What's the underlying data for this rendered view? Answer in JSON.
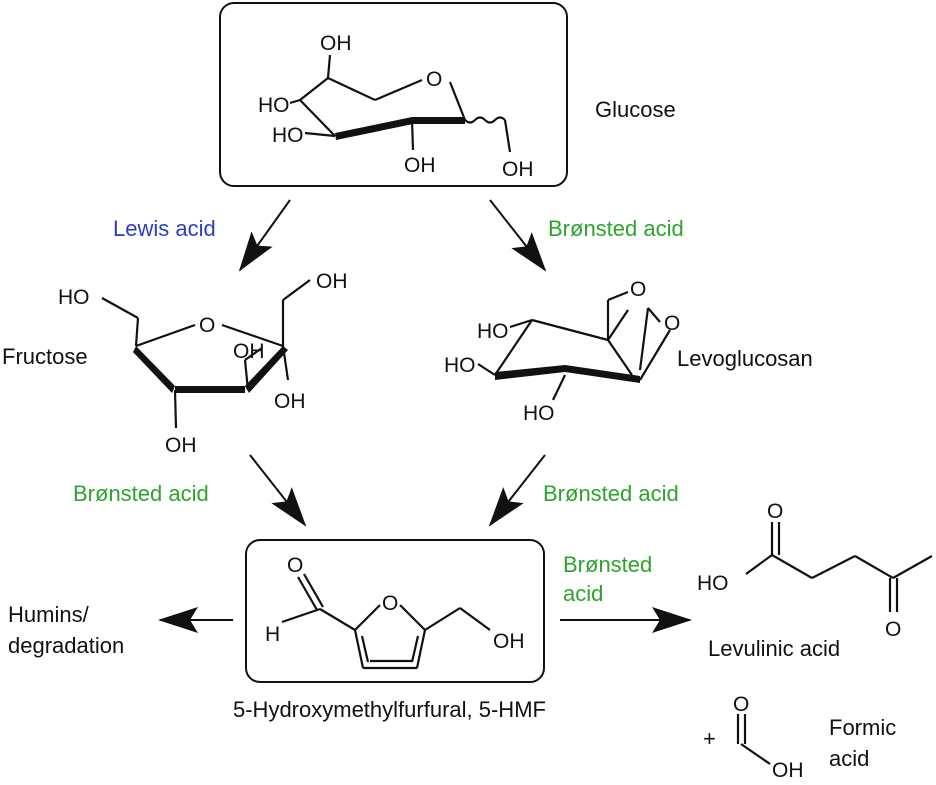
{
  "compounds": {
    "glucose": "Glucose",
    "fructose": "Fructose",
    "levoglucosan": "Levoglucosan",
    "hmf": "5-Hydroxymethylfurfural, 5-HMF",
    "levulinic": "Levulinic acid",
    "formic_line1": "Formic",
    "formic_line2": "acid",
    "humins_line1": "Humins/",
    "humins_line2": "degradation",
    "plus": "+"
  },
  "conditions": {
    "lewis": "Lewis acid",
    "bronsted_glucose_levo": "Brønsted acid",
    "bronsted_fructose_hmf": "Brønsted acid",
    "bronsted_levo_hmf": "Brønsted acid",
    "bronsted_hmf_lev_line1": "Brønsted",
    "bronsted_hmf_lev_line2": "acid"
  },
  "atoms": {
    "glu_ch2oh": "OH",
    "glu_ring_o": "O",
    "glu_oh4": "HO",
    "glu_oh3": "HO",
    "glu_oh2": "OH",
    "glu_oh1": "OH",
    "fru_ch2oh_left": "HO",
    "fru_ch2oh_right": "OH",
    "fru_ring_o": "O",
    "fru_oh_a": "OH",
    "fru_oh_b": "OH",
    "fru_oh_c": "OH",
    "levo_o_top": "O",
    "levo_o_bridge": "O",
    "levo_oh_a": "HO",
    "levo_oh_b": "HO",
    "levo_oh_c": "HO",
    "hmf_ald_o": "O",
    "hmf_h": "H",
    "hmf_ring_o": "O",
    "hmf_oh": "OH",
    "lev_oh": "HO",
    "lev_o_top": "O",
    "lev_o_bottom": "O",
    "form_o": "O",
    "form_oh": "OH"
  },
  "colors": {
    "lewis": "#2a3ec4",
    "bronsted": "#2ea32e",
    "ink": "#111111"
  }
}
